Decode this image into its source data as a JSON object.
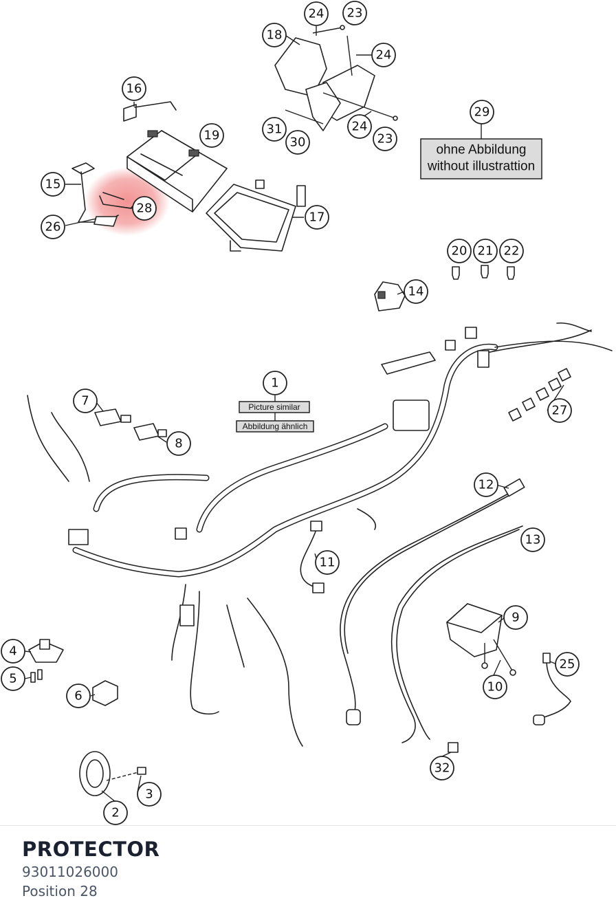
{
  "diagram": {
    "callouts": [
      "1",
      "2",
      "3",
      "4",
      "5",
      "6",
      "7",
      "8",
      "9",
      "10",
      "11",
      "12",
      "13",
      "14",
      "15",
      "16",
      "17",
      "18",
      "19",
      "20",
      "21",
      "22",
      "23",
      "23",
      "24",
      "24",
      "24",
      "25",
      "26",
      "27",
      "28",
      "29",
      "30",
      "31",
      "32"
    ],
    "label_note_de": "ohne Abbildung",
    "label_note_en": "without illustrattion",
    "label_similar_en": "Picture similar",
    "label_similar_de": "Abbildung ähnlich",
    "highlighted_callout": "28",
    "highlight_color": "#f08080"
  },
  "part": {
    "name": "PROTECTOR",
    "number": "93011026000",
    "position": "Position 28"
  }
}
